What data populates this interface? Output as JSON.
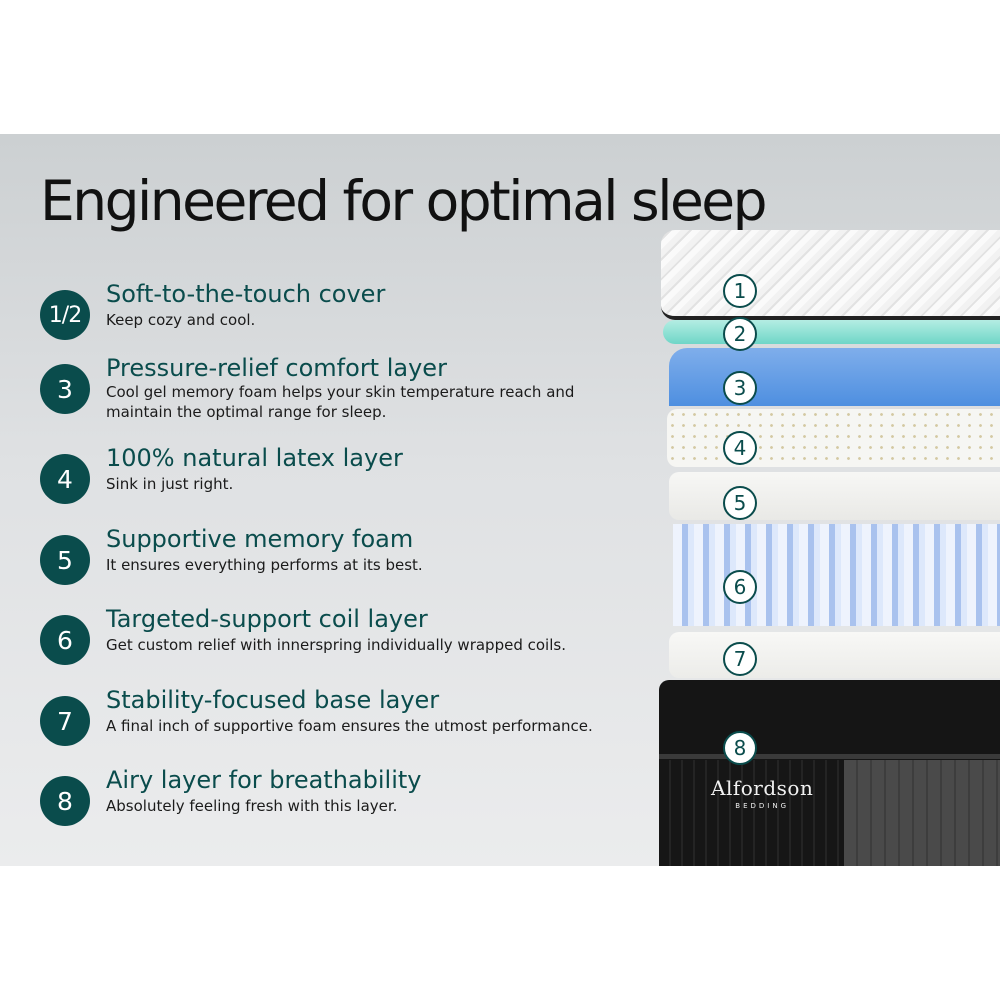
{
  "headline": "Engineered for optimal sleep",
  "features": [
    {
      "badge": "1/2",
      "title": "Soft-to-the-touch cover",
      "desc": "Keep cozy and cool."
    },
    {
      "badge": "3",
      "title": "Pressure-relief comfort layer",
      "desc": "Cool gel memory foam helps your skin temperature reach and maintain the optimal range for sleep."
    },
    {
      "badge": "4",
      "title": "100% natural latex layer",
      "desc": "Sink in just right."
    },
    {
      "badge": "5",
      "title": "Supportive memory foam",
      "desc": "It ensures everything performs at its best."
    },
    {
      "badge": "6",
      "title": "Targeted-support coil layer",
      "desc": "Get custom relief with innerspring individually wrapped coils."
    },
    {
      "badge": "7",
      "title": "Stability-focused base layer",
      "desc": "A final inch of supportive foam ensures the utmost performance."
    },
    {
      "badge": "8",
      "title": "Airy layer for breathability",
      "desc": "Absolutely feeling fresh with this layer."
    }
  ],
  "layer_numbers": [
    "1",
    "2",
    "3",
    "4",
    "5",
    "6",
    "7",
    "8"
  ],
  "brand": {
    "name": "Alfordson",
    "sub": "BEDDING"
  },
  "colors": {
    "accent": "#0a4c4c",
    "background": "#d9dcde"
  }
}
